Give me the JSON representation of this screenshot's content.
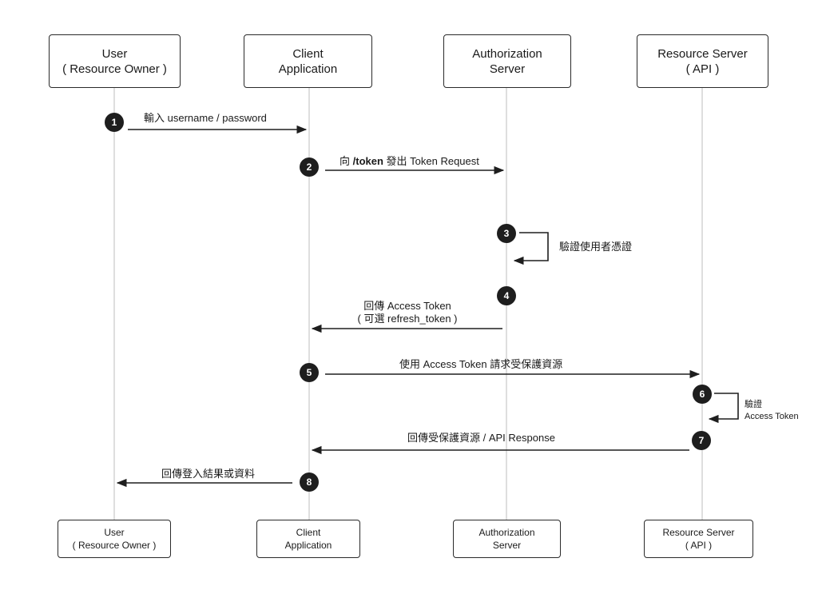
{
  "participants": [
    {
      "line1": "User",
      "line2": "( Resource Owner )"
    },
    {
      "line1": "Client",
      "line2": "Application"
    },
    {
      "line1": "Authorization",
      "line2": "Server"
    },
    {
      "line1": "Resource Server",
      "line2": "( API )"
    }
  ],
  "steps": [
    {
      "number": "1",
      "label": "輸入 username / password"
    },
    {
      "number": "2",
      "label_prefix": "向 ",
      "label_bold": "/token",
      "label_suffix": " 發出 Token Request"
    },
    {
      "number": "3",
      "label": "驗證使用者憑證"
    },
    {
      "number": "4",
      "label_line1": "回傳 Access Token",
      "label_line2": "( 可選 refresh_token )"
    },
    {
      "number": "5",
      "label": "使用 Access Token 請求受保護資源"
    },
    {
      "number": "6",
      "label_line1": "驗證",
      "label_line2": "Access Token"
    },
    {
      "number": "7",
      "label": "回傳受保護資源 / API Response"
    },
    {
      "number": "8",
      "label": "回傳登入結果或資料"
    }
  ],
  "colors": {
    "line": "#1e1e1e",
    "lifeline": "#bdbdbd",
    "badge": "#1e1e1e"
  }
}
